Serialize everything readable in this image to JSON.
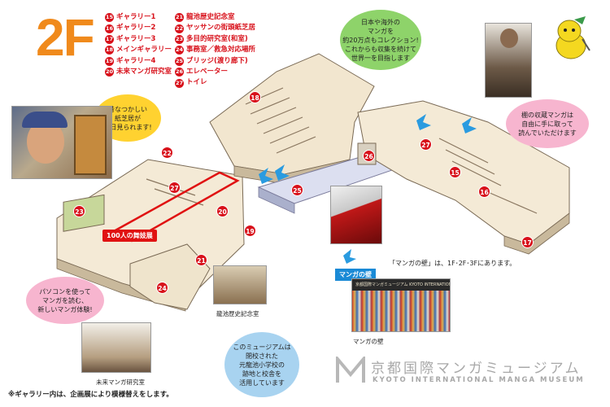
{
  "floor": "2F",
  "legend": [
    {
      "num": "15",
      "label": "ギャラリー1"
    },
    {
      "num": "16",
      "label": "ギャラリー2"
    },
    {
      "num": "17",
      "label": "ギャラリー3"
    },
    {
      "num": "18",
      "label": "メインギャラリー"
    },
    {
      "num": "19",
      "label": "ギャラリー4"
    },
    {
      "num": "20",
      "label": "未来マンガ研究室"
    },
    {
      "num": "21",
      "label": "龍池歴史記念室"
    },
    {
      "num": "22",
      "label": "ヤッサンの街頭紙芝居"
    },
    {
      "num": "23",
      "label": "多目的研究室(和室)"
    },
    {
      "num": "24",
      "label": "事務室／救急対応場所"
    },
    {
      "num": "25",
      "label": "ブリッジ(渡り廊下)"
    },
    {
      "num": "26",
      "label": "エレベーター"
    },
    {
      "num": "27",
      "label": "トイレ"
    }
  ],
  "bubbles": {
    "green": [
      "日本や海外の",
      "マンガを",
      "約20万点もコレクション!",
      "これからも収集を続けて",
      "世界一を目指します"
    ],
    "yellow": [
      "昔なつかしい",
      "紙芝居が",
      "毎日見られます!"
    ],
    "pink_right": [
      "棚の収蔵マンガは",
      "自由に手に取って",
      "読んでいただけます"
    ],
    "pink_left": [
      "パソコンを使って",
      "マンガを読む、",
      "新しいマンガ体験!"
    ],
    "blue": [
      "このミュージアムは",
      "閉校された",
      "元龍池小学校の",
      "跡地と校舎を",
      "活用しています"
    ]
  },
  "map_markers": [
    "15",
    "16",
    "17",
    "18",
    "19",
    "20",
    "21",
    "22",
    "23",
    "24",
    "25",
    "26",
    "27",
    "27"
  ],
  "stage_label": "100人の舞妓展",
  "manga_wall": {
    "tag": "マンガの壁",
    "note": "「マンガの壁」は、1F･2F･3Fにあります。",
    "caption": "マンガの壁",
    "sign": "京都国際マンガミュージアム KYOTO INTERNATIONAL MANGA MUSEUM"
  },
  "captions": {
    "history_room": "龍池歴史記念室",
    "future_lab": "未来マンガ研究室"
  },
  "logo": {
    "jp": "京都国際マンガミュージアム",
    "en": "KYOTO INTERNATIONAL MANGA MUSEUM"
  },
  "footnote": "※ギャラリー内は、企画展により模様替えをします。"
}
